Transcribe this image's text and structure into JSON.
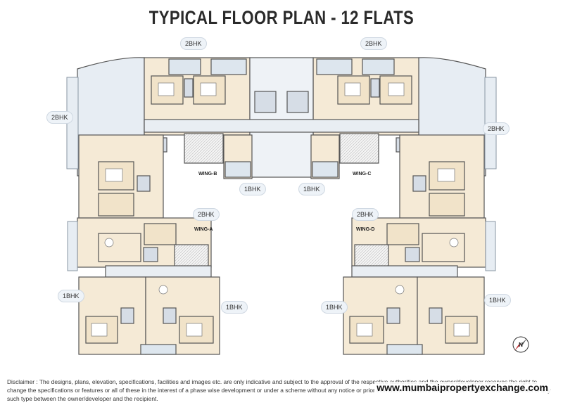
{
  "title": "TYPICAL FLOOR PLAN - 12 FLATS",
  "unit_labels": {
    "top_left": "2BHK",
    "top_right": "2BHK",
    "left_upper": "2BHK",
    "right_upper": "2BHK",
    "center_left": "1BHK",
    "center_right": "1BHK",
    "mid_left": "2BHK",
    "mid_right": "2BHK",
    "bottom_left_outer": "1BHK",
    "bottom_left_inner": "1BHK",
    "bottom_right_inner": "1BHK",
    "bottom_right_outer": "1BHK"
  },
  "wings": {
    "a": "WING-A",
    "b": "WING-B",
    "c": "WING-C",
    "d": "WING-D"
  },
  "north_label": "N",
  "disclaimer": "Disclaimer : The designs, plans, elevation, specifications, facilities and images etc. are only indicative and subject to the approval of the respective authorities and the owner/developer reserves the right to change the specifications or features or all of these in the interest of a phase wise development or under a scheme without any notice or prior intimation. This does not constitute an offer and / or contract of any such type between the owner/developer and the recipient.",
  "website": "www.mumbaipropertyexchange.com",
  "colors": {
    "wall": "#555555",
    "bedroom": "#f1e3c9",
    "living": "#f5ead6",
    "wet": "#d6dde6",
    "passage": "#e9eef3",
    "deck": "#dde6ee",
    "outline": "#8a96a3"
  }
}
